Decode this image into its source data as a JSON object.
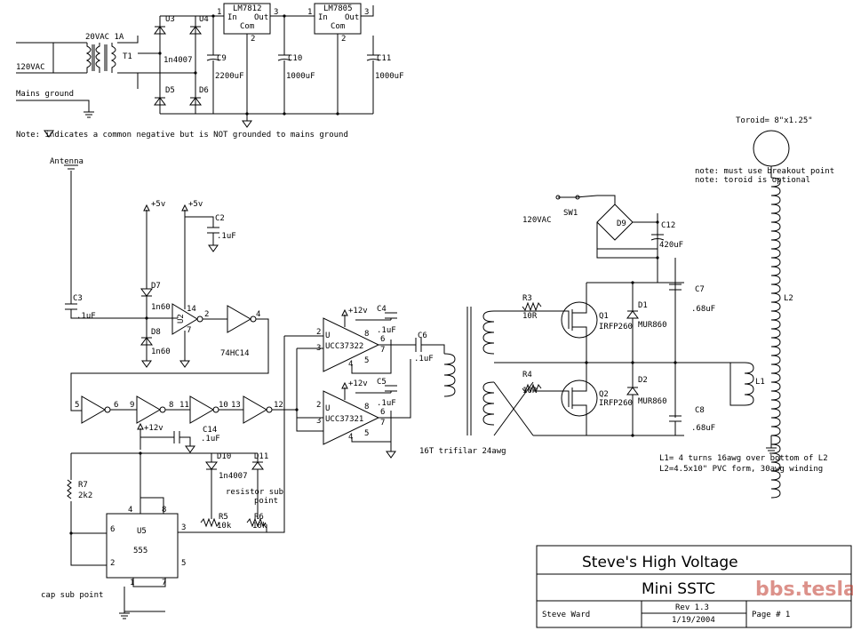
{
  "labels": {
    "transformer_rating": "20VAC 1A",
    "mains_in": "120VAC",
    "mains_ground": "Mains ground",
    "t1": "T1",
    "u3": "U3",
    "u4": "U4",
    "d5": "D5",
    "d6": "D6",
    "rect_part": "1n4007",
    "reg1": "LM7812",
    "reg2": "LM7805",
    "reg_in": "In",
    "reg_out": "Out",
    "reg_com": "Com",
    "pin1": "1",
    "pin2": "2",
    "pin3": "3",
    "pin4": "4",
    "pin5": "5",
    "pin6": "6",
    "pin7": "7",
    "pin8": "8",
    "pin9": "9",
    "pin10": "10",
    "pin11": "11",
    "pin12": "12",
    "pin13": "13",
    "pin14": "14",
    "c9": "C9",
    "c9_val": "2200uF",
    "c10": "C10",
    "c10_val": "1000uF",
    "c11": "C11",
    "c11_val": "1000uF",
    "note_ground": "Note:   indicates a common negative but is NOT grounded to mains ground",
    "antenna": "Antenna",
    "c3": "C3",
    "c3_val": ".1uF",
    "plus5v_a": "+5v",
    "plus5v_b": "+5v",
    "c2": "C2",
    "c2_val": ".1uF",
    "d7": "D7",
    "d7_part": "1n60",
    "d8": "D8",
    "d8_part": "1n60",
    "u2": "U2",
    "hc14": "74HC14",
    "plus12v_1": "+12v",
    "plus12v_2": "+12v",
    "plus12v_3": "+12v",
    "c4": "C4",
    "c4_val": ".1uF",
    "c5": "C5",
    "c5_val": ".1uF",
    "ucc1": "UCC37322",
    "ucc2": "UCC37321",
    "u_a": "U",
    "u_b": "U",
    "c6": "C6",
    "c6_val": ".1uF",
    "gdt": "16T trifilar 24awg",
    "r3": "R3",
    "r3_val": "10R",
    "r4": "R4",
    "r4_val": "10R",
    "q1": "Q1",
    "q1_part": "IRFP260",
    "q2": "Q2",
    "q2_part": "IRFP260",
    "d1": "D1",
    "d1_part": "MUR860",
    "d2": "D2",
    "d2_part": "MUR860",
    "sw1": "SW1",
    "mains_in2": "120VAC",
    "d9": "D9",
    "c12": "C12",
    "c12_val": "420uF",
    "c7": "C7",
    "c7_val": ".68uF",
    "c8": "C8",
    "c8_val": ".68uF",
    "l1": "L1",
    "l2": "L2",
    "toroid": "Toroid= 8\"x1.25\"",
    "note_breakout": "note: must use breakout point",
    "note_toroid": "note: toroid is optional",
    "l1_note": "L1= 4 turns 16awg over bottom of L2",
    "l2_note": "L2=4.5x10\" PVC form, 30awg winding",
    "c14": "C14",
    "c14_val": ".1uF",
    "d10": "D10",
    "d11": "D11",
    "d10_part": "1n4007",
    "resistor_sub": "resistor sub",
    "point": "point",
    "r5": "R5",
    "r5_val": "10k",
    "r6": "R6",
    "r6_val": "10k",
    "r7": "R7",
    "r7_val": "2k2",
    "u5": "U5",
    "u5_part": "555",
    "cap_sub": "cap sub point"
  },
  "title_block": {
    "title": "Steve's High Voltage",
    "subtitle": "Mini SSTC",
    "author": "Steve Ward",
    "rev": "Rev 1.3",
    "date": "1/19/2004",
    "page": "Page # 1",
    "watermark_site": "bbs.tesla..."
  }
}
